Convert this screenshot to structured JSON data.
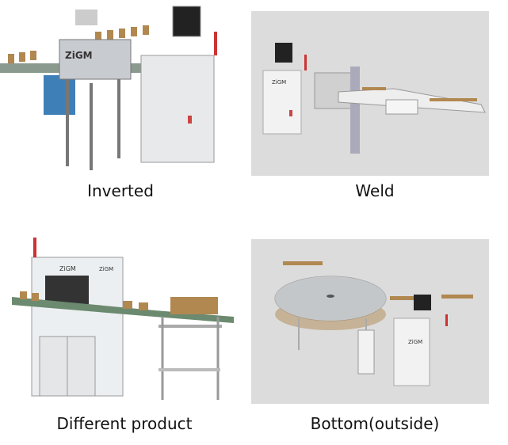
{
  "items": [
    {
      "caption": "Inverted",
      "brand": "ZiGM"
    },
    {
      "caption": "Weld",
      "brand": "ZiGM"
    },
    {
      "caption": "Different product",
      "brand": "ZiGM"
    },
    {
      "caption": "Bottom(outside)",
      "brand": "ZiGM"
    }
  ]
}
